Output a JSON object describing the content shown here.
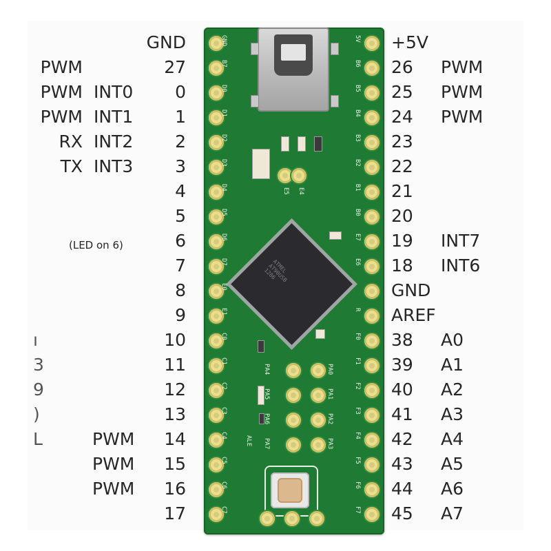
{
  "pins_left": [
    {
      "id": "l_gnd",
      "number": "GND"
    },
    {
      "id": "l_27",
      "number": "27",
      "f1": "PWM"
    },
    {
      "id": "l_0",
      "number": "0",
      "f1": "PWM",
      "f2": "INT0"
    },
    {
      "id": "l_1",
      "number": "1",
      "f1": "PWM",
      "f2": "INT1"
    },
    {
      "id": "l_2",
      "number": "2",
      "f1": "RX",
      "f2": "INT2"
    },
    {
      "id": "l_3",
      "number": "3",
      "f1": "TX",
      "f2": "INT3"
    },
    {
      "id": "l_4",
      "number": "4"
    },
    {
      "id": "l_5",
      "number": "5"
    },
    {
      "id": "l_6",
      "number": "6",
      "note": "(LED on 6)"
    },
    {
      "id": "l_7",
      "number": "7"
    },
    {
      "id": "l_8",
      "number": "8"
    },
    {
      "id": "l_9",
      "number": "9"
    },
    {
      "id": "l_10",
      "number": "10",
      "frag": "ı"
    },
    {
      "id": "l_11",
      "number": "11",
      "frag": "3"
    },
    {
      "id": "l_12",
      "number": "12",
      "frag": "9"
    },
    {
      "id": "l_13",
      "number": "13",
      "frag": ")"
    },
    {
      "id": "l_14",
      "number": "14",
      "frag": "L",
      "f2": "PWM"
    },
    {
      "id": "l_15",
      "number": "15",
      "f2": "PWM"
    },
    {
      "id": "l_16",
      "number": "16",
      "f2": "PWM"
    },
    {
      "id": "l_17",
      "number": "17"
    }
  ],
  "pins_right": [
    {
      "id": "r_5v",
      "number": "+5V"
    },
    {
      "id": "r_26",
      "number": "26",
      "f1": "PWM"
    },
    {
      "id": "r_25",
      "number": "25",
      "f1": "PWM"
    },
    {
      "id": "r_24",
      "number": "24",
      "f1": "PWM"
    },
    {
      "id": "r_23",
      "number": "23"
    },
    {
      "id": "r_22",
      "number": "22"
    },
    {
      "id": "r_21",
      "number": "21"
    },
    {
      "id": "r_20",
      "number": "20"
    },
    {
      "id": "r_19",
      "number": "19",
      "f1": "INT7"
    },
    {
      "id": "r_18",
      "number": "18",
      "f1": "INT6"
    },
    {
      "id": "r_gnd",
      "number": "GND"
    },
    {
      "id": "r_aref",
      "number": "AREF"
    },
    {
      "id": "r_38",
      "number": "38",
      "f1": "A0"
    },
    {
      "id": "r_39",
      "number": "39",
      "f1": "A1"
    },
    {
      "id": "r_40",
      "number": "40",
      "f1": "A2"
    },
    {
      "id": "r_41",
      "number": "41",
      "f1": "A3"
    },
    {
      "id": "r_42",
      "number": "42",
      "f1": "A4"
    },
    {
      "id": "r_43",
      "number": "43",
      "f1": "A5"
    },
    {
      "id": "r_44",
      "number": "44",
      "f1": "A6"
    },
    {
      "id": "r_45",
      "number": "45",
      "f1": "A7"
    }
  ],
  "board": {
    "silk_left": [
      "GND",
      "B7",
      "D0",
      "D1",
      "D2",
      "D3",
      "D4",
      "D5",
      "D6",
      "D7",
      "E0",
      "E1",
      "C0",
      "C1",
      "C2",
      "C3",
      "C4",
      "C5",
      "C6",
      "C7"
    ],
    "silk_right": [
      "5V",
      "B6",
      "B5",
      "B4",
      "B3",
      "B2",
      "B1",
      "B0",
      "E7",
      "E6",
      "",
      "R",
      "F0",
      "F1",
      "F2",
      "F3",
      "F4",
      "F5",
      "F6",
      "F7"
    ],
    "silk_inner_left": [
      "PA4",
      "PA5",
      "PA6",
      "PA7"
    ],
    "silk_inner_right": [
      "PA0",
      "PA1",
      "PA2",
      "PA3"
    ],
    "silk_top": [
      "E4",
      "E5"
    ],
    "silk_ale": "ALE",
    "chip_marking": "ATMEL\nAT90USB\n1286",
    "colors": {
      "pcb": "#1f7a33",
      "pad": "#e9df93",
      "silk": "#e8efe5",
      "chip": "#2a2a2f"
    }
  }
}
